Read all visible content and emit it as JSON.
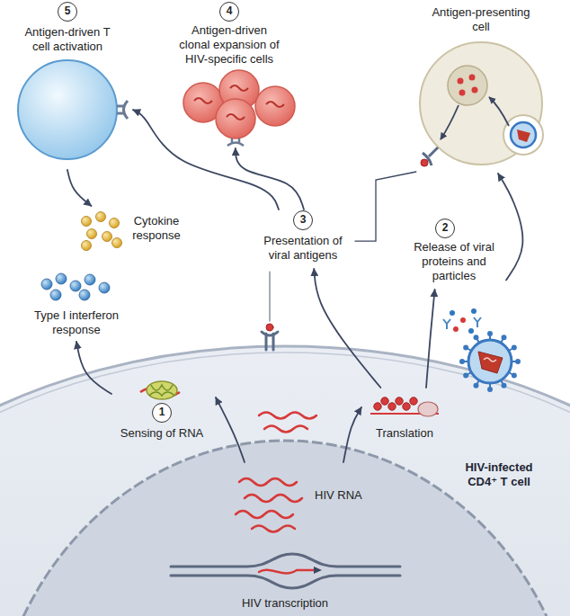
{
  "diagram": {
    "nodes": [
      {
        "text": [
          "5",
          "Antigen-driven T cell activation"
        ]
      },
      {
        "text": [
          "4",
          "Antigen-driven clonal expansion of HIV-specific cells"
        ]
      },
      {
        "text": [
          "Antigen-presenting cell"
        ]
      },
      {
        "text": [
          "Cytokine response"
        ]
      },
      {
        "text": [
          "3",
          "Presentation of viral antigens"
        ]
      },
      {
        "text": [
          "2",
          "Release of viral proteins and particles"
        ]
      },
      {
        "text": [
          "Type I interferon response"
        ]
      },
      {
        "text": [
          "HIV-infected CD4⁺ T cell"
        ]
      },
      {
        "text": [
          "1",
          "Sensing of RNA"
        ],
        "in": 7
      },
      {
        "text": [
          "Translation"
        ],
        "in": 7
      },
      {
        "text": [
          "HIV RNA",
          "HIV transcription"
        ],
        "in": 7
      }
    ],
    "edges": [
      {
        "from": 10,
        "to": 8,
        "arrow": "to"
      },
      {
        "from": 10,
        "to": 9,
        "arrow": "to"
      },
      {
        "from": 8,
        "to": 6,
        "arrow": "to"
      },
      {
        "from": 9,
        "to": 4,
        "arrow": "to"
      },
      {
        "from": 9,
        "to": 5,
        "arrow": "to"
      },
      {
        "from": 5,
        "to": 2,
        "arrow": "to"
      },
      {
        "from": 2,
        "to": 4,
        "arrow": "none"
      },
      {
        "from": 4,
        "to": 1,
        "arrow": "to"
      },
      {
        "from": 4,
        "to": 0,
        "arrow": "to"
      },
      {
        "from": 0,
        "to": 3,
        "arrow": "to"
      }
    ]
  }
}
